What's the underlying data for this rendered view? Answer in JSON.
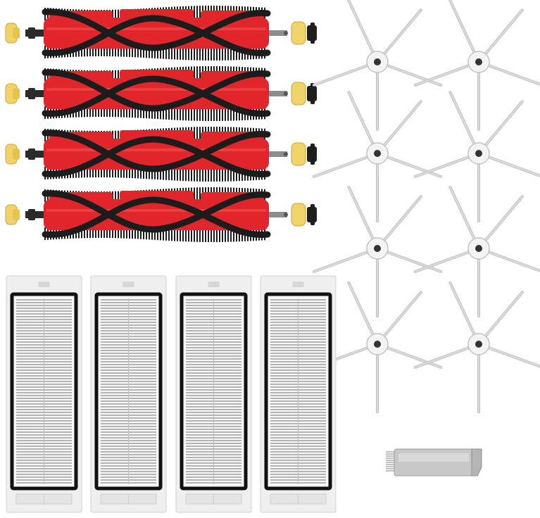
{
  "scene": {
    "background": "#ffffff",
    "main_brushes": {
      "count": 4,
      "icon": "roller-brush-icon",
      "body_color": "#e0262a",
      "bristle_color": "#1c1c1c",
      "shaft_color": "#2b2b2b",
      "end_cap_color": "#f1d36a"
    },
    "side_brushes": {
      "count": 8,
      "arms_per_brush": 5,
      "icon": "side-brush-icon",
      "arm_color": "#dcdcdc",
      "hub_color": "#f4f4f4"
    },
    "filters": {
      "count": 4,
      "icon": "hepa-filter-icon",
      "frame_color": "#efefef",
      "border_color": "#111111",
      "pleat_color": "#8a8a8a"
    },
    "cleaning_tool": {
      "count": 1,
      "icon": "cleaning-tool-icon",
      "color": "#c8c8c8"
    }
  }
}
